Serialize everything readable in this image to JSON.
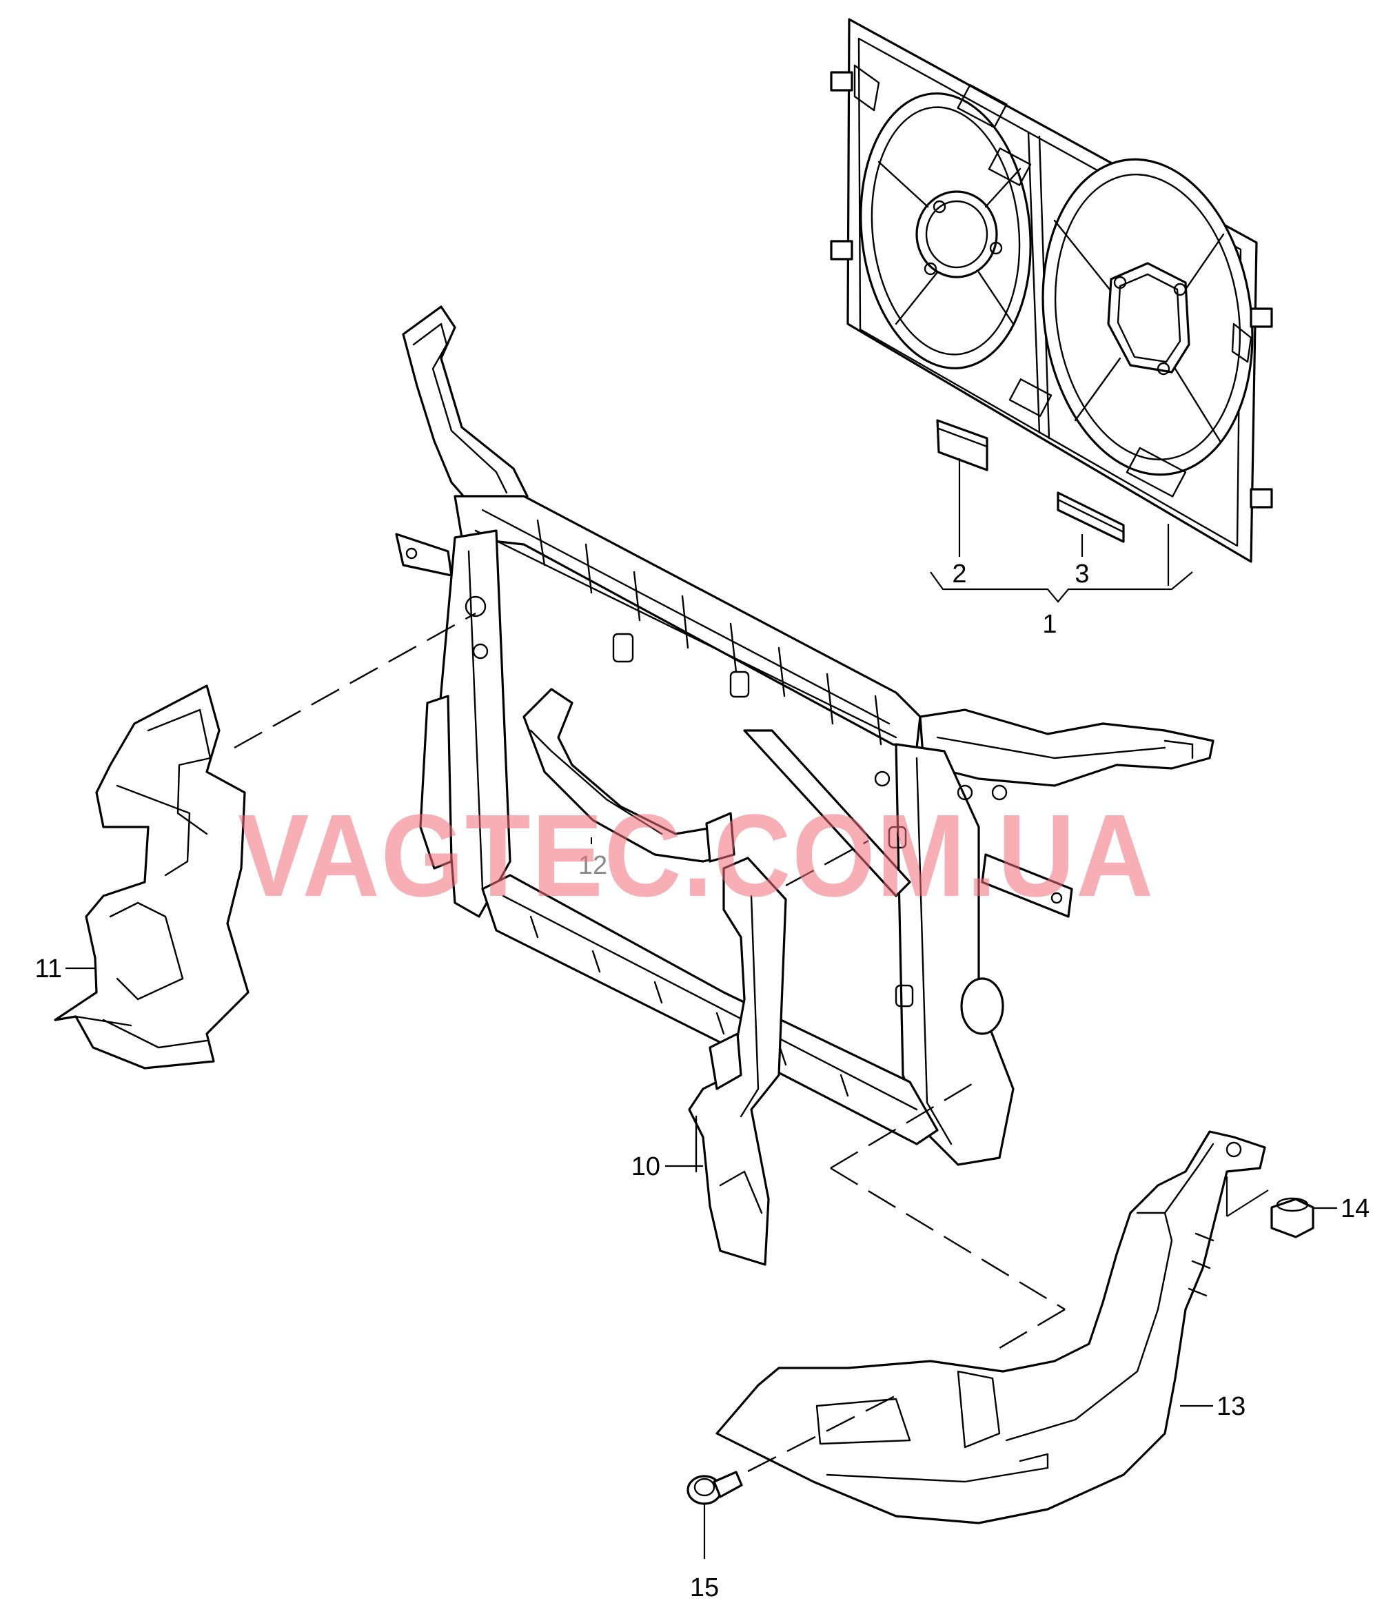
{
  "watermark": "VAGTEC.COM.UA",
  "callouts": {
    "c1": "1",
    "c2": "2",
    "c3": "3",
    "c10": "10",
    "c11": "11",
    "c12": "12",
    "c13": "13",
    "c14": "14",
    "c15": "15"
  }
}
